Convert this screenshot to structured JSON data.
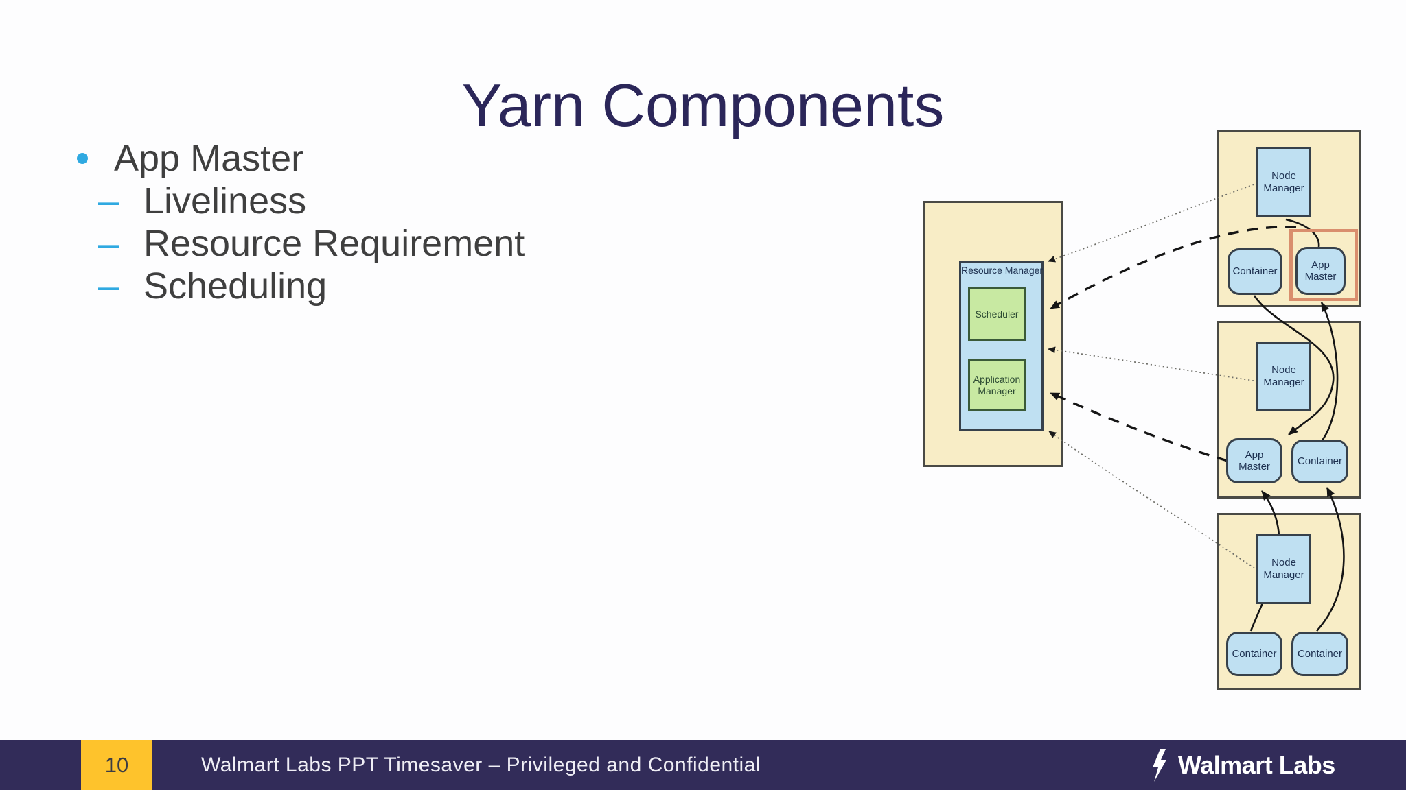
{
  "title": "Yarn Components",
  "bullets": {
    "main": "App Master",
    "dash": "–",
    "subs": [
      "Liveliness",
      "Resource Requirement",
      "Scheduling"
    ]
  },
  "diagram": {
    "resource_manager": {
      "label": "Resource Manager",
      "scheduler": "Scheduler",
      "application_manager": "Application Manager"
    },
    "nodes": [
      {
        "manager": "Node Manager",
        "left": "Container",
        "right": "App Master",
        "highlighted": "App Master"
      },
      {
        "manager": "Node Manager",
        "left": "App Master",
        "right": "Container"
      },
      {
        "manager": "Node Manager",
        "left": "Container",
        "right": "Container"
      }
    ]
  },
  "footer": {
    "page_number": "10",
    "text": "Walmart Labs PPT Timesaver – Privileged and Confidential",
    "logo_text": "Walmart Labs"
  },
  "colors": {
    "title_text": "#2b2659",
    "body_text": "#3f3f3f",
    "bullet_accent": "#2fa9e1",
    "footer_bar": "#322c59",
    "page_badge": "#fec32c",
    "node_fill": "#f8edc6",
    "box_blue": "#bfe0f2",
    "box_green": "#c8e9a2",
    "highlight_orange": "#d98e6d"
  }
}
